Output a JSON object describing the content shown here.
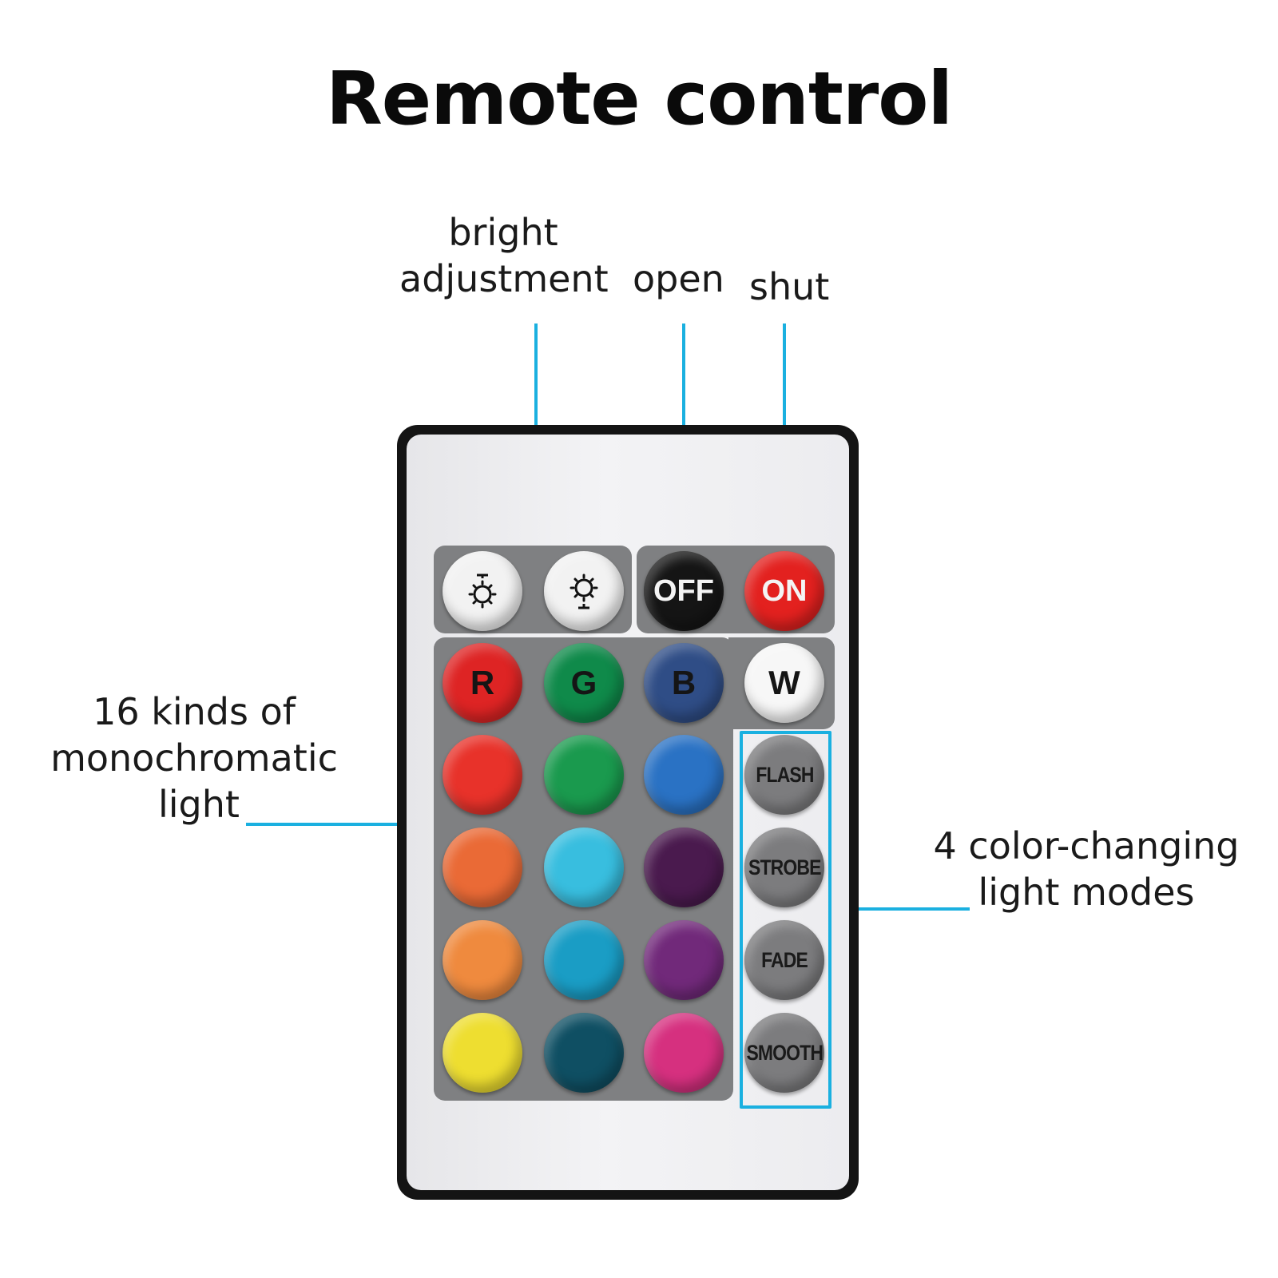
{
  "title": "Remote control",
  "labels": {
    "bright_line1": "bright",
    "bright_line2": "adjustment",
    "open": "open",
    "shut": "shut",
    "mono_line1": "16 kinds of",
    "mono_line2": "monochromatic",
    "mono_line3": "light",
    "modes_line1": "4 color-changing",
    "modes_line2": "light modes"
  },
  "top_buttons": [
    {
      "icon": "brightness-up-icon",
      "color": "#f2f2f2",
      "label": ""
    },
    {
      "icon": "brightness-down-icon",
      "color": "#f2f2f2",
      "label": ""
    },
    {
      "label": "OFF",
      "color": "#151515"
    },
    {
      "label": "ON",
      "color": "#e3211f"
    }
  ],
  "rgbw": [
    {
      "label": "R",
      "color": "#de2424"
    },
    {
      "label": "G",
      "color": "#0f8a4a"
    },
    {
      "label": "B",
      "color": "#2f4d86"
    },
    {
      "label": "W",
      "color": "#f7f7f7"
    }
  ],
  "color_grid": [
    [
      "#e8322a",
      "#1a9a4e",
      "#2a72c4"
    ],
    [
      "#ea6a36",
      "#38bedf",
      "#4a1a4e"
    ],
    [
      "#ef8a3e",
      "#1a9dc5",
      "#71297a"
    ],
    [
      "#eede30",
      "#0f4f63",
      "#d6307f"
    ]
  ],
  "modes": [
    {
      "label": "FLASH",
      "color": "#7c7c7e"
    },
    {
      "label": "STROBE",
      "color": "#7c7c7e"
    },
    {
      "label": "FADE",
      "color": "#7c7c7e"
    },
    {
      "label": "SMOOTH",
      "color": "#7c7c7e"
    }
  ],
  "accent_color": "#1ab0e0"
}
